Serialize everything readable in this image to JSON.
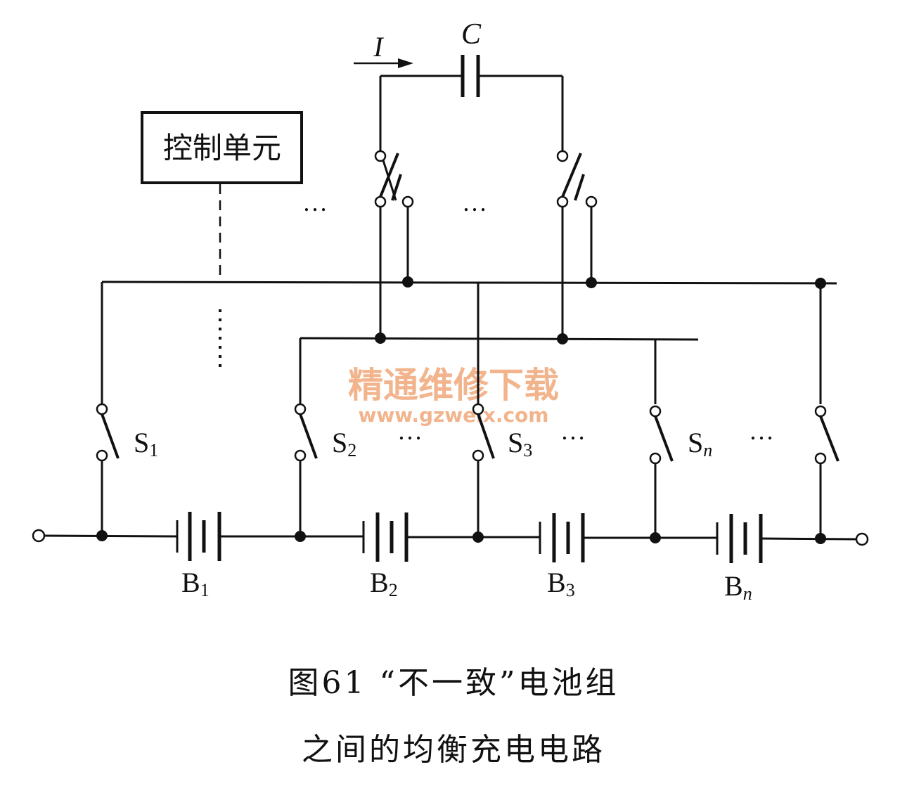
{
  "control_unit": "控制单元",
  "capacitor_label": "C",
  "current_label": "I",
  "ellipsis": "…",
  "switches": [
    {
      "base": "S",
      "sub": "1"
    },
    {
      "base": "S",
      "sub": "2"
    },
    {
      "base": "S",
      "sub": "3"
    },
    {
      "base": "S",
      "sub": "n"
    }
  ],
  "batteries": [
    {
      "base": "B",
      "sub": "1"
    },
    {
      "base": "B",
      "sub": "2"
    },
    {
      "base": "B",
      "sub": "3"
    },
    {
      "base": "B",
      "sub": "n"
    }
  ],
  "watermark": {
    "cn": "精通维修下载",
    "url": "www.gzweix.com",
    "color": "#f2b48c"
  },
  "caption": {
    "line1": "图61 “不一致”电池组",
    "line2": "之间的均衡充电电路"
  }
}
